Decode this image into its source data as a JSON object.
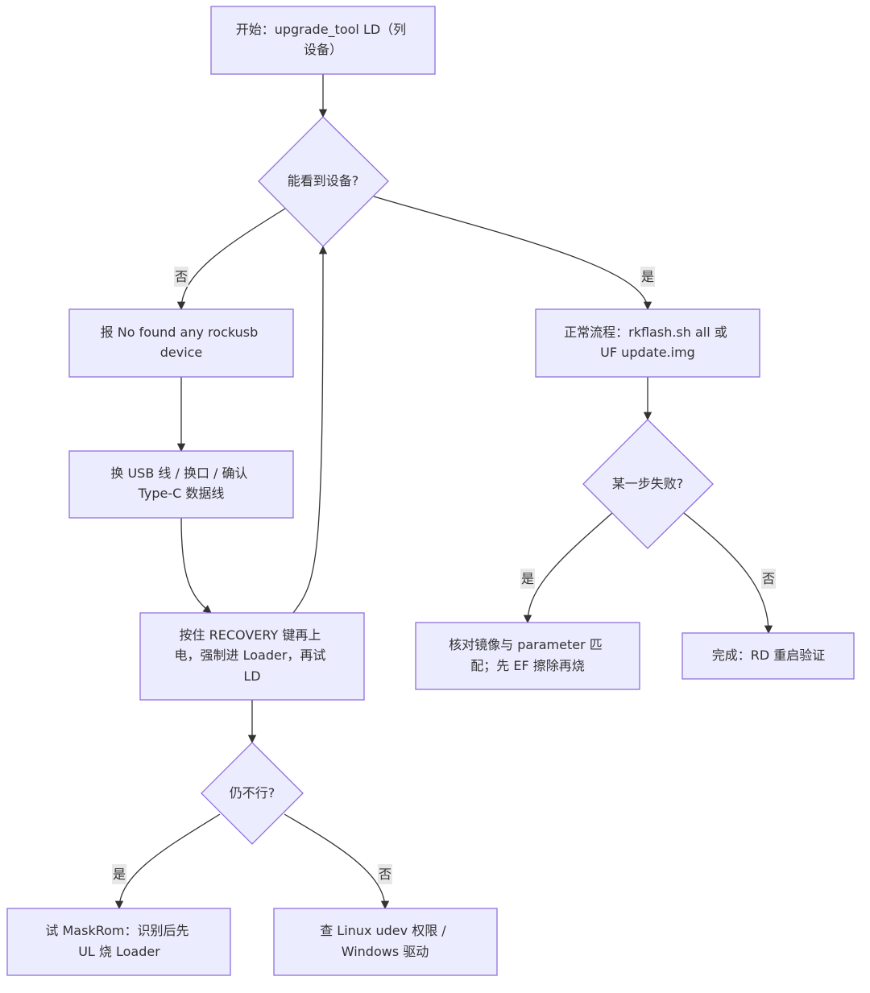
{
  "colors": {
    "node_fill": "#ECECFF",
    "node_stroke": "#9370DB",
    "edge": "#333333",
    "label_bg": "#e8e8e8"
  },
  "nodes": {
    "start": {
      "lines": [
        "开始：upgrade_tool LD（列",
        "设备）"
      ]
    },
    "can_see_device": {
      "lines": [
        "能看到设备?"
      ]
    },
    "no_found": {
      "lines": [
        "报 No found any rockusb",
        "device"
      ]
    },
    "change_usb": {
      "lines": [
        "换 USB 线 / 换口 / 确认",
        "Type-C 数据线"
      ]
    },
    "recovery": {
      "lines": [
        "按住 RECOVERY 键再上",
        "电，强制进 Loader，再试",
        "LD"
      ]
    },
    "still_fail": {
      "lines": [
        "仍不行?"
      ]
    },
    "maskrom": {
      "lines": [
        "试 MaskRom：识别后先",
        "UL 烧 Loader"
      ]
    },
    "udev": {
      "lines": [
        "查 Linux udev 权限 /",
        "Windows 驱动"
      ]
    },
    "normal_flow": {
      "lines": [
        "正常流程：rkflash.sh all 或",
        "UF update.img"
      ]
    },
    "step_fail": {
      "lines": [
        "某一步失败?"
      ]
    },
    "check_image": {
      "lines": [
        "核对镜像与 parameter 匹",
        "配；先 EF 擦除再烧"
      ]
    },
    "done": {
      "lines": [
        "完成：RD 重启验证"
      ]
    }
  },
  "edge_labels": {
    "can_see_no": "否",
    "can_see_yes": "是",
    "step_fail_yes": "是",
    "step_fail_no": "否",
    "still_fail_yes": "是",
    "still_fail_no": "否"
  }
}
